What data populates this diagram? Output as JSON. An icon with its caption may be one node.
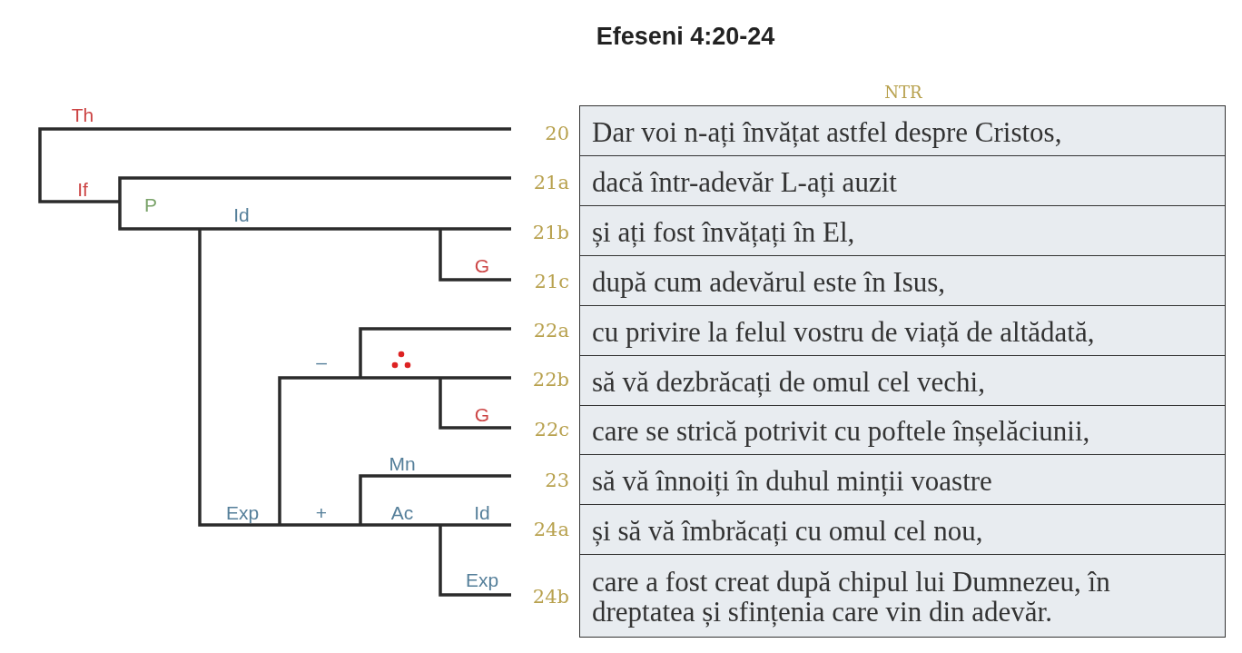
{
  "diagram": {
    "title": "Efeseni 4:20-24",
    "labels": [
      "Th",
      "If",
      "P",
      "Id",
      "G",
      "–",
      "G",
      "Mn",
      "Exp",
      "+",
      "Ac",
      "Id",
      "Exp",
      "NTR",
      "20",
      "Dar voi n-ați învățat astfel despre Cristos,",
      "21a",
      "dacă într-adevăr L-ați auzit",
      "21b",
      "și ați fost învățați în El,",
      "21c",
      "după cum adevărul este în Isus,",
      "22a",
      "cu privire la felul vostru de viață de altădată,",
      "22b",
      "să vă dezbrăcați de omul cel vechi,",
      "22c",
      "care se strică potrivit cu poftele înșelăciunii,",
      "23",
      "să vă înnoiți în duhul minții voastre",
      "24a",
      "și să vă îmbrăcați cu omul cel nou,",
      "24b",
      "care a fost creat după chipul lui Dumnezeu, în dreptatea și sfințenia care vin din adevăr."
    ]
  }
}
